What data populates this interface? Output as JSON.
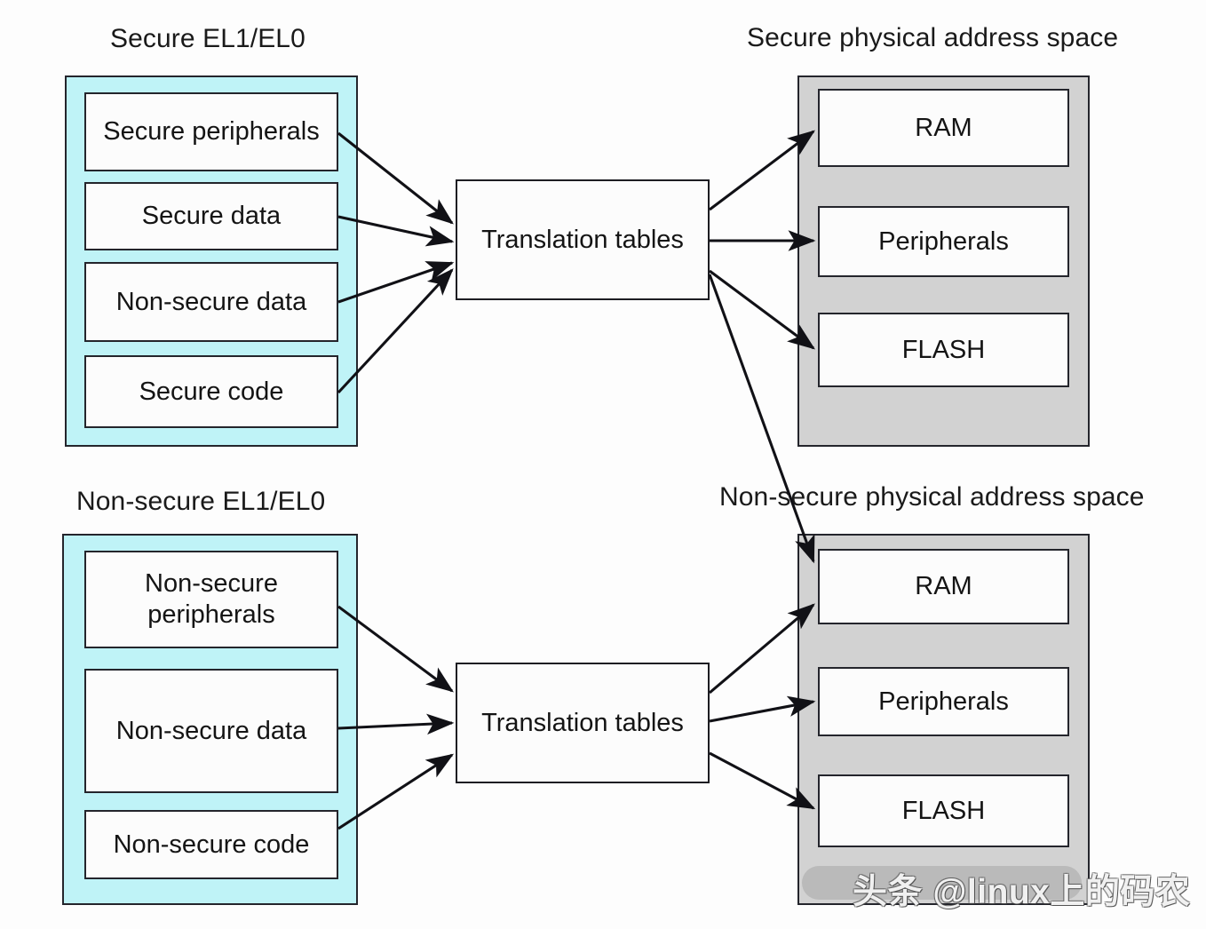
{
  "diagram": {
    "title_secure_world": "Secure EL1/EL0",
    "title_secure_pas": "Secure physical address space",
    "title_nonsecure_world": "Non-secure EL1/EL0",
    "title_nonsecure_pas": "Non-secure physical address space"
  },
  "colors": {
    "world_fill": "#bff3f7",
    "pas_fill": "#d2d2d2",
    "leaf_fill": "#fcfcfc",
    "stroke": "#24252c",
    "background": "#fdfdfd"
  },
  "secure_world": {
    "label": "Secure EL1/EL0",
    "items": [
      {
        "label": "Secure peripherals"
      },
      {
        "label": "Secure data"
      },
      {
        "label": "Non-secure data"
      },
      {
        "label": "Secure code"
      }
    ]
  },
  "nonsecure_world": {
    "label": "Non-secure EL1/EL0",
    "items": [
      {
        "label": "Non-secure peripherals"
      },
      {
        "label": "Non-secure data"
      },
      {
        "label": "Non-secure code"
      }
    ]
  },
  "secure_pas": {
    "label": "Secure physical address space",
    "items": [
      {
        "label": "RAM"
      },
      {
        "label": "Peripherals"
      },
      {
        "label": "FLASH"
      }
    ]
  },
  "nonsecure_pas": {
    "label": "Non-secure physical address space",
    "items": [
      {
        "label": "RAM"
      },
      {
        "label": "Peripherals"
      },
      {
        "label": "FLASH"
      }
    ]
  },
  "translation": {
    "secure_label": "Translation tables",
    "nonsecure_label": "Translation tables"
  },
  "watermark": {
    "text": "头条 @linux上的码农"
  }
}
